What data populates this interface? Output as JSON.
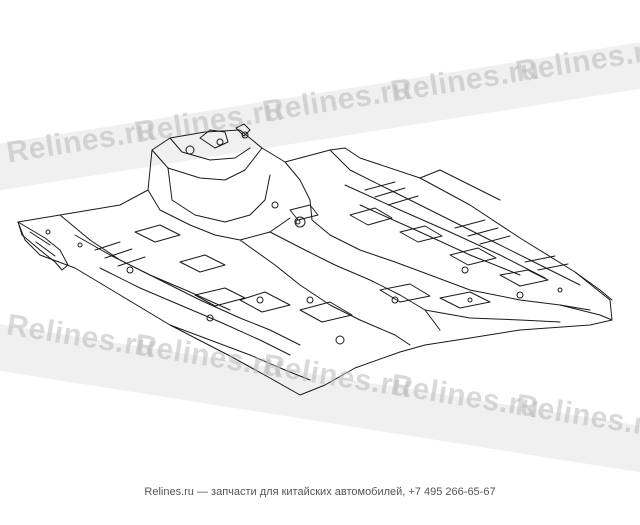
{
  "watermark": {
    "text": "Relines.ru",
    "color": "#bdbdbd"
  },
  "footer": {
    "site": "Relines.ru",
    "tagline": " — запчасти для китайских автомобилей, +7 495 266-65-67"
  },
  "diagram": {
    "subject": "floor-panel-assembly-line-drawing"
  }
}
